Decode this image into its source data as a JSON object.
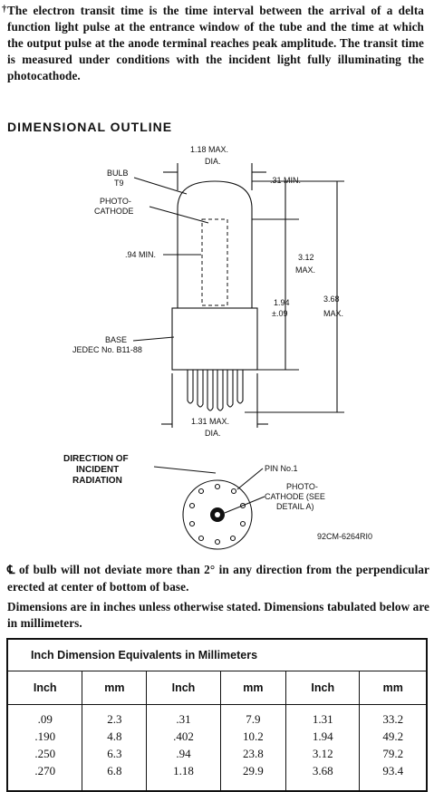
{
  "note": {
    "marker": "†",
    "text": "The electron transit time is the time interval between the arrival of a delta function light pulse at the entrance window of the tube and the time at which the output pulse at the anode terminal reaches peak amplitude. The transit time is measured under conditions with the incident light fully illuminating the photocathode."
  },
  "outline_heading": "DIMENSIONAL OUTLINE",
  "diagram": {
    "bulb_dia": [
      "1.18 MAX.",
      "DIA."
    ],
    "top_min": ".31 MIN.",
    "bulb": [
      "BULB",
      "T9"
    ],
    "photocathode": [
      "PHOTO-",
      "CATHODE"
    ],
    "window_min": ".94 MIN.",
    "max_312": [
      "3.12",
      "MAX."
    ],
    "dim_194": [
      "1.94",
      "±.09"
    ],
    "max_368": [
      "3.68",
      "MAX."
    ],
    "base": [
      "BASE",
      "JEDEC No. B11-88"
    ],
    "base_dia": [
      "1.31 MAX.",
      "DIA."
    ],
    "direction": [
      "DIRECTION OF",
      "INCIDENT",
      "RADIATION"
    ],
    "pin1": "PIN No.1",
    "detail": [
      "PHOTO-",
      "CATHODE (SEE",
      "DETAIL A)"
    ],
    "drawing_code": "92CM-6264RI0"
  },
  "centerline_note": "℄ of bulb will not deviate more than 2° in any direction from the perpendicular erected at center of bottom of base.",
  "dimensions_note": "Dimensions are in inches unless otherwise stated. Dimensions tabulated below are in millimeters.",
  "table": {
    "caption": "Inch Dimension Equivalents in Millimeters",
    "headers": [
      "Inch",
      "mm",
      "Inch",
      "mm",
      "Inch",
      "mm"
    ],
    "columns": [
      [
        ".09",
        ".190",
        ".250",
        ".270"
      ],
      [
        "2.3",
        "4.8",
        "6.3",
        "6.8"
      ],
      [
        ".31",
        ".402",
        ".94",
        "1.18"
      ],
      [
        "7.9",
        "10.2",
        "23.8",
        "29.9"
      ],
      [
        "1.31",
        "1.94",
        "3.12",
        "3.68"
      ],
      [
        "33.2",
        "49.2",
        "79.2",
        "93.4"
      ]
    ]
  }
}
